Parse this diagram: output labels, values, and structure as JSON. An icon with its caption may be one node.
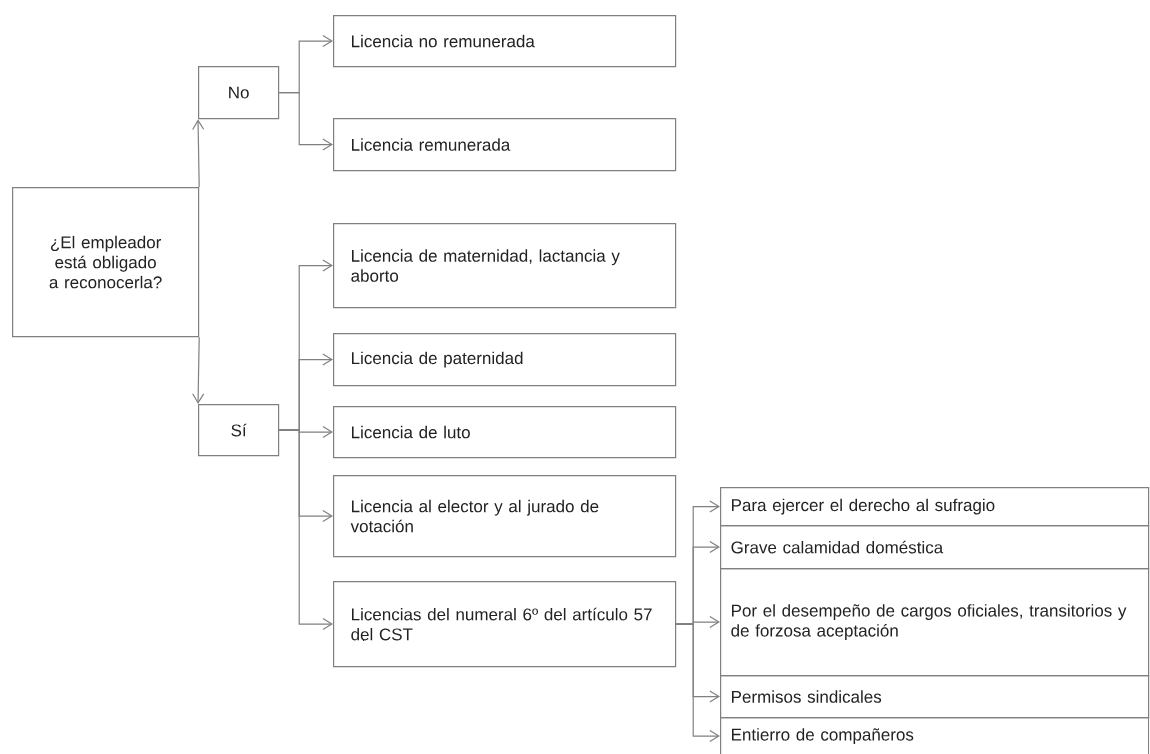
{
  "diagram": {
    "nodes": [
      {
        "text": [
          "¿El empleador está obligado a reconocerla?"
        ]
      },
      {
        "text": [
          "No"
        ]
      },
      {
        "text": [
          "Licencia no remunerada"
        ]
      },
      {
        "text": [
          "Licencia remunerada"
        ]
      },
      {
        "text": [
          "Sí"
        ]
      },
      {
        "text": [
          "Licencia de maternidad, lactancia y aborto"
        ]
      },
      {
        "text": [
          "Licencia de paternidad"
        ]
      },
      {
        "text": [
          "Licencia de luto"
        ]
      },
      {
        "text": [
          "Licencia al elector y al jurado de votación"
        ]
      },
      {
        "text": [
          "Licencias del numeral 6º del artículo 57 del CST"
        ]
      },
      {
        "text": [
          "Para ejercer el derecho al sufragio"
        ]
      },
      {
        "text": [
          "Grave calamidad doméstica"
        ]
      },
      {
        "text": [
          "Por el desempeño de cargos oficiales, transitorios y de forzosa aceptación"
        ]
      },
      {
        "text": [
          "Permisos sindicales"
        ]
      },
      {
        "text": [
          "Entierro de compañeros"
        ]
      }
    ],
    "edges": [
      {
        "from": 0,
        "to": 1,
        "arrow": "to"
      },
      {
        "from": 0,
        "to": 4,
        "arrow": "to"
      },
      {
        "from": 1,
        "to": 2,
        "arrow": "to"
      },
      {
        "from": 1,
        "to": 3,
        "arrow": "to"
      },
      {
        "from": 4,
        "to": 5,
        "arrow": "to"
      },
      {
        "from": 4,
        "to": 6,
        "arrow": "to"
      },
      {
        "from": 4,
        "to": 7,
        "arrow": "to"
      },
      {
        "from": 4,
        "to": 8,
        "arrow": "to"
      },
      {
        "from": 4,
        "to": 9,
        "arrow": "to"
      },
      {
        "from": 9,
        "to": 10,
        "arrow": "to"
      },
      {
        "from": 9,
        "to": 11,
        "arrow": "to"
      },
      {
        "from": 9,
        "to": 12,
        "arrow": "to"
      },
      {
        "from": 9,
        "to": 13,
        "arrow": "to"
      },
      {
        "from": 9,
        "to": 14,
        "arrow": "to"
      }
    ]
  }
}
